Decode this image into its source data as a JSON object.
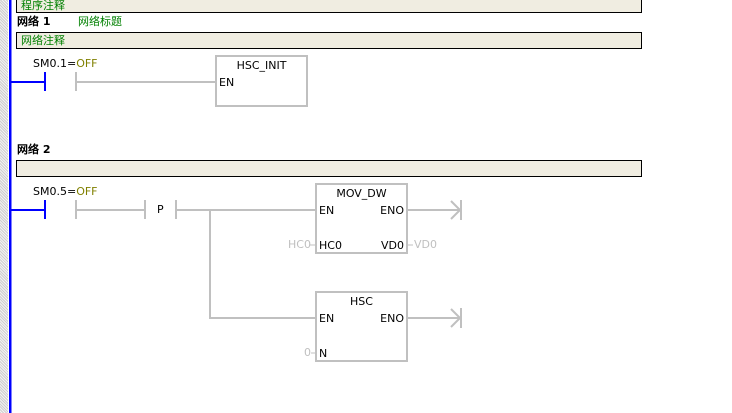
{
  "program_comment": "程序注释",
  "networks": [
    {
      "label": "网络 1",
      "title": "网络标题",
      "comment": "网络注释",
      "contact": {
        "address": "SM0.1",
        "state": "OFF"
      },
      "box": {
        "name": "HSC_INIT",
        "en": "EN"
      }
    },
    {
      "label": "网络 2",
      "title": "",
      "comment": "",
      "contact": {
        "address": "SM0.5",
        "state": "OFF"
      },
      "edge": "P",
      "mov": {
        "name": "MOV_DW",
        "en": "EN",
        "eno": "ENO",
        "in_pin": "HC0",
        "in_val": "HC0",
        "out_pin": "VD0",
        "out_val": "VD0"
      },
      "hsc": {
        "name": "HSC",
        "en": "EN",
        "eno": "ENO",
        "n_pin": "N",
        "n_val": "0"
      }
    }
  ],
  "colors": {
    "rail": "#0000ff",
    "wire": "#c0c0c0",
    "comment_bg": "#f0ede1"
  }
}
